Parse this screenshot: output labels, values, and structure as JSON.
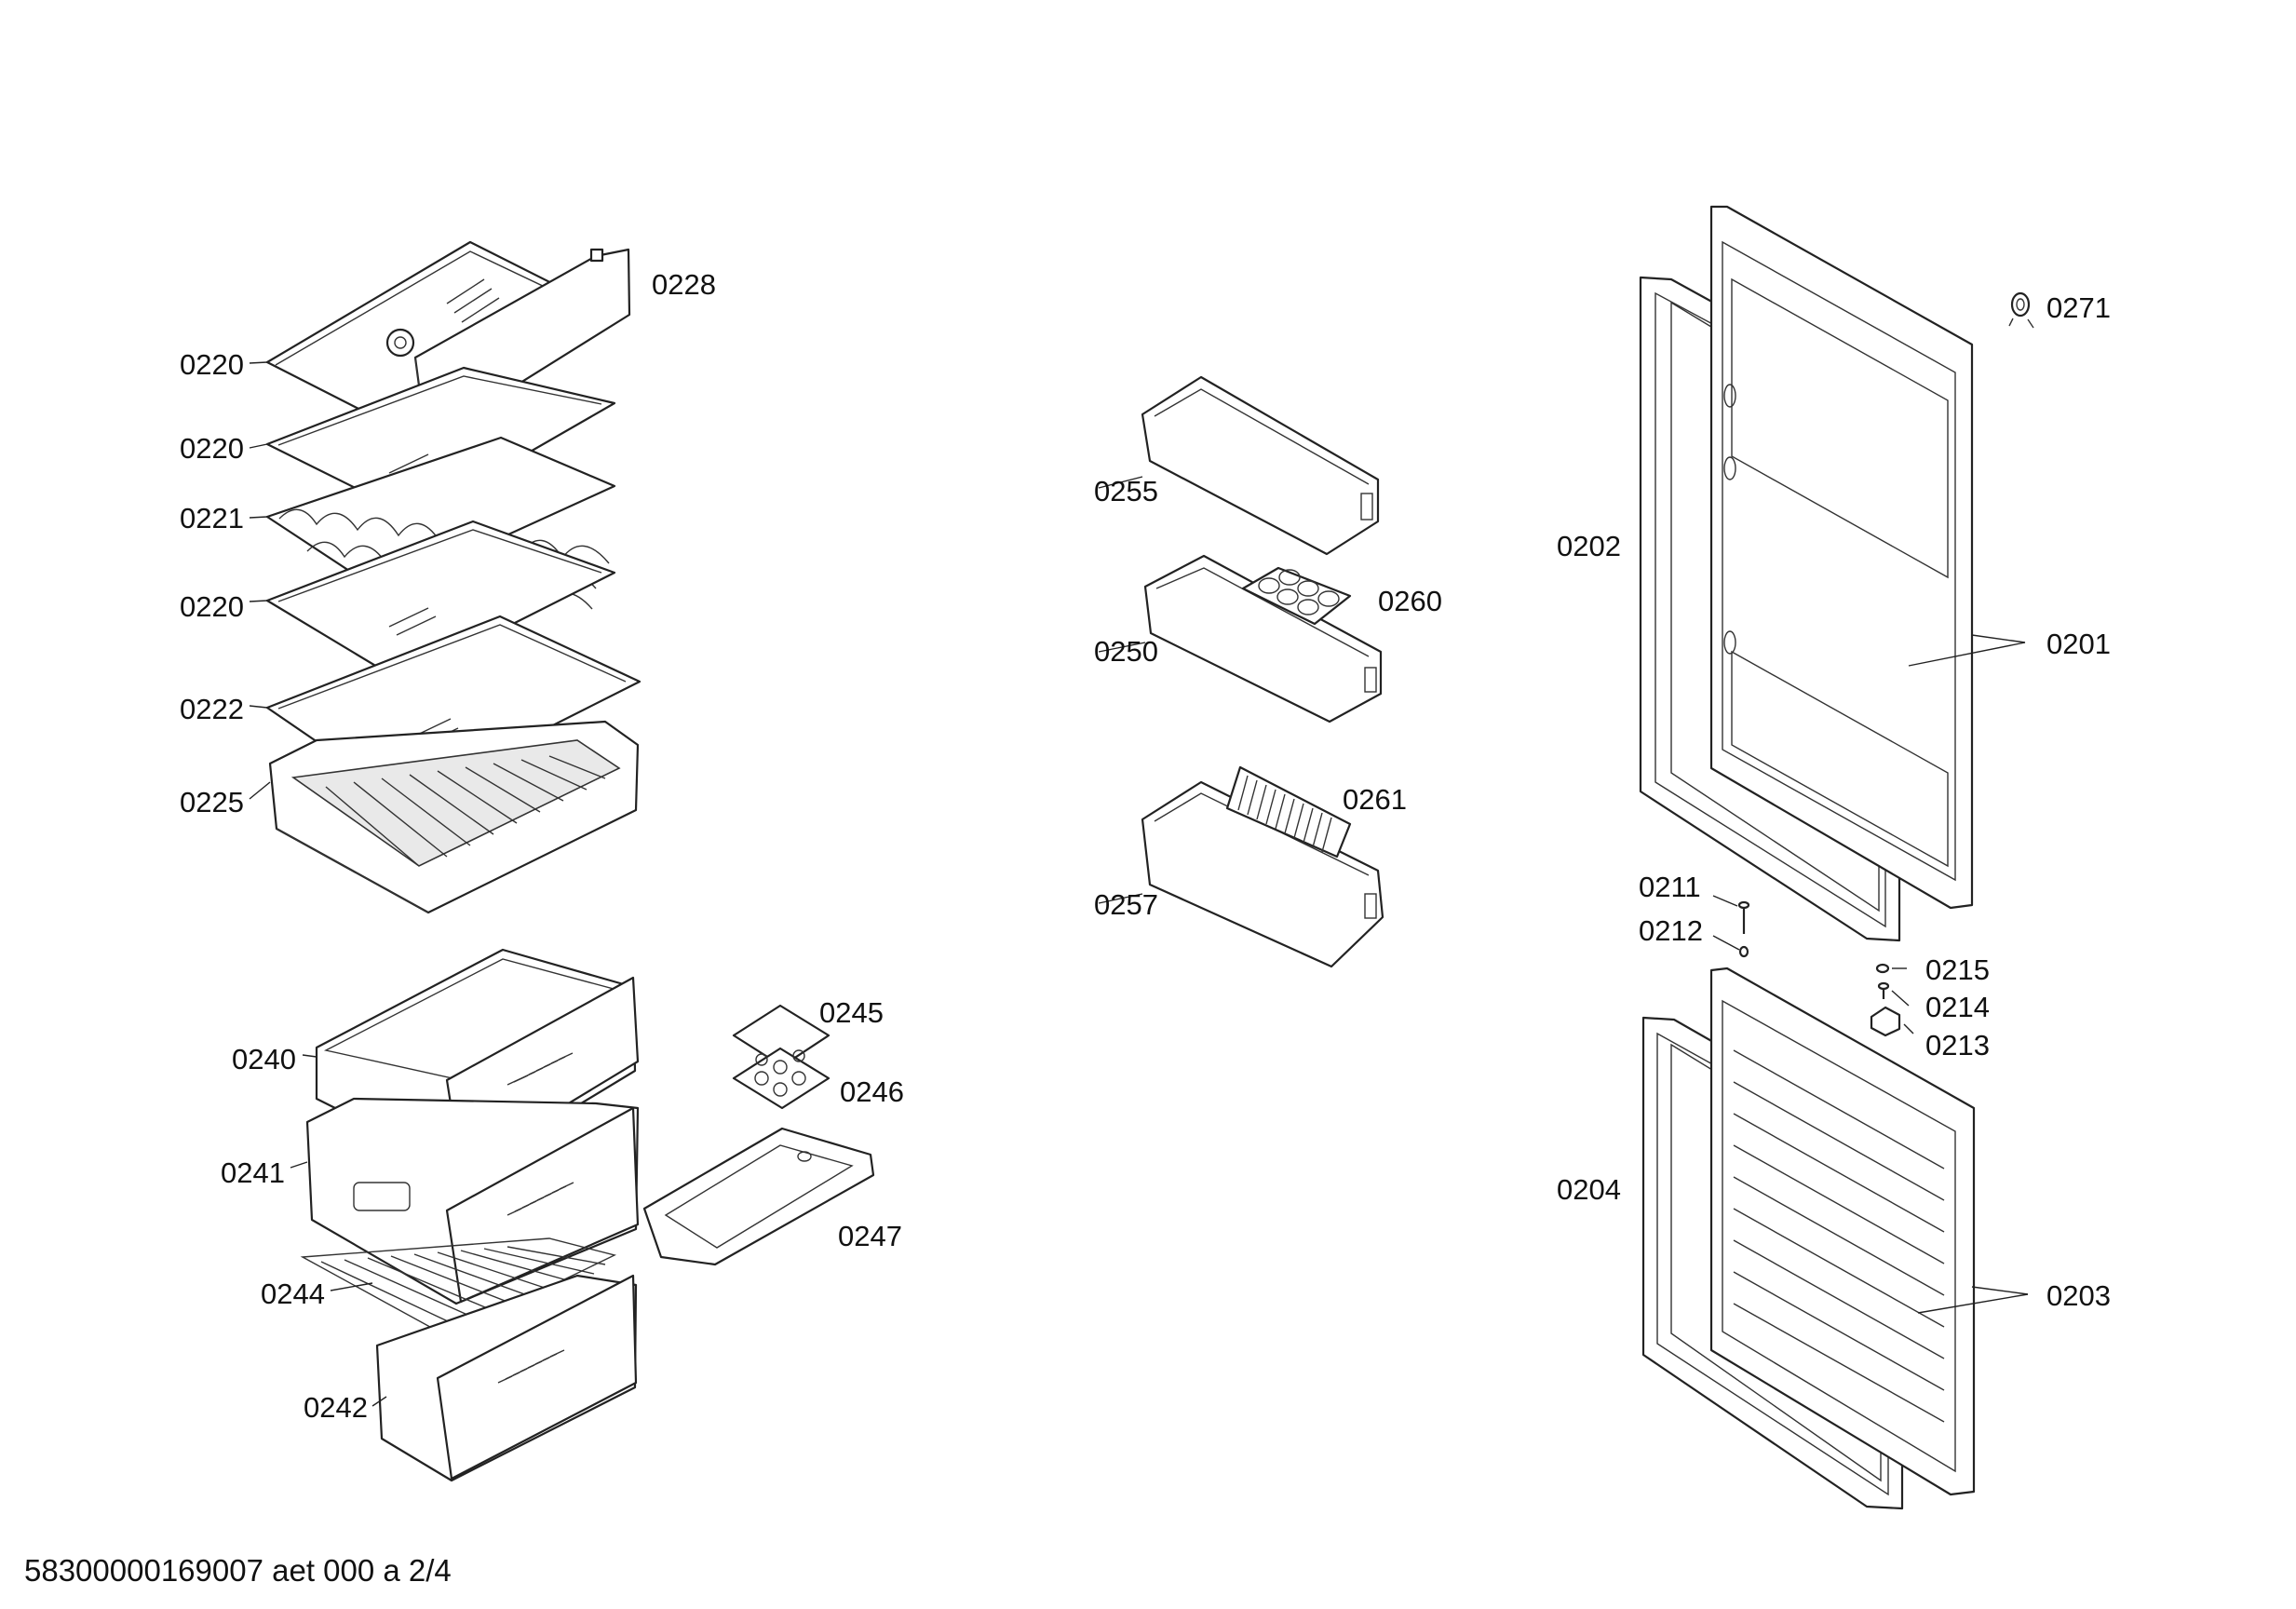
{
  "labels": {
    "l0228": "0228",
    "l0220a": "0220",
    "l0220b": "0220",
    "l0221": "0221",
    "l0220c": "0220",
    "l0222": "0222",
    "l0225": "0225",
    "l0240": "0240",
    "l0241": "0241",
    "l0244": "0244",
    "l0242": "0242",
    "l0245": "0245",
    "l0246": "0246",
    "l0247": "0247",
    "l0255": "0255",
    "l0260": "0260",
    "l0250": "0250",
    "l0261": "0261",
    "l0257": "0257",
    "l0271": "0271",
    "l0202": "0202",
    "l0201": "0201",
    "l0211": "0211",
    "l0212": "0212",
    "l0215": "0215",
    "l0214": "0214",
    "l0213": "0213",
    "l0204": "0204",
    "l0203": "0203"
  },
  "footer": "58300000169007 aet 000 a 2/4"
}
